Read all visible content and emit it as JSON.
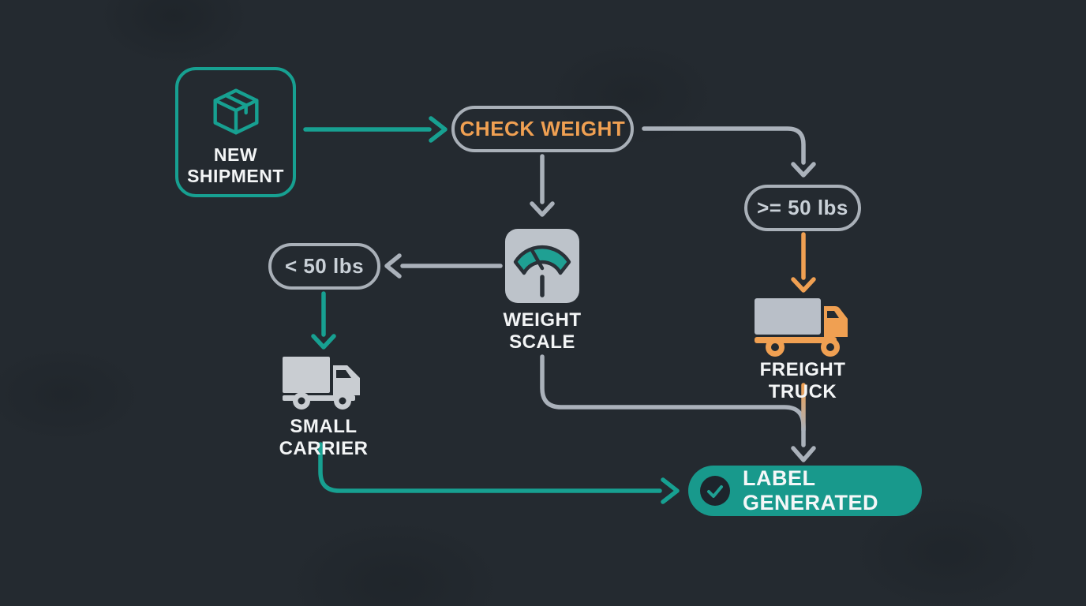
{
  "diagram": {
    "name": "shipment-weight-routing-flowchart",
    "nodes": {
      "new_shipment": {
        "label_line1": "NEW",
        "label_line2": "SHIPMENT",
        "icon": "package-icon"
      },
      "check_weight": {
        "label": "CHECK WEIGHT"
      },
      "weight_scale": {
        "label_line1": "WEIGHT",
        "label_line2": "SCALE",
        "icon": "scale-icon"
      },
      "condition_light": {
        "label": "< 50 lbs"
      },
      "condition_heavy": {
        "label": ">= 50 lbs"
      },
      "small_carrier": {
        "label": "SMALL CARRIER",
        "icon": "small-truck-icon"
      },
      "freight_truck": {
        "label": "FREIGHT TRUCK",
        "icon": "freight-truck-icon"
      },
      "label_generated": {
        "label": "LABEL GENERATED",
        "icon": "check-icon"
      }
    },
    "edges": [
      {
        "from": "new_shipment",
        "to": "check_weight",
        "color": "teal"
      },
      {
        "from": "check_weight",
        "to": "weight_scale",
        "color": "gray"
      },
      {
        "from": "check_weight",
        "to": "condition_heavy",
        "color": "gray"
      },
      {
        "from": "weight_scale",
        "to": "condition_light",
        "color": "gray"
      },
      {
        "from": "condition_light",
        "to": "small_carrier",
        "color": "teal"
      },
      {
        "from": "condition_heavy",
        "to": "freight_truck",
        "color": "orange"
      },
      {
        "from": "small_carrier",
        "to": "label_generated",
        "color": "teal"
      },
      {
        "from": "weight_scale",
        "to": "label_generated",
        "color": "gray"
      },
      {
        "from": "freight_truck",
        "to": "label_generated",
        "color": "orange-to-gray"
      }
    ],
    "colors": {
      "background": "#242a30",
      "teal": "#17a091",
      "teal_fill": "#18998c",
      "gray_line": "#aab1ba",
      "orange": "#f0a052",
      "white_text": "#f3f5f6",
      "pill_text": "#c9d0d7",
      "icon_gray": "#bdc3ca",
      "dark_outline": "#2a3138"
    }
  }
}
